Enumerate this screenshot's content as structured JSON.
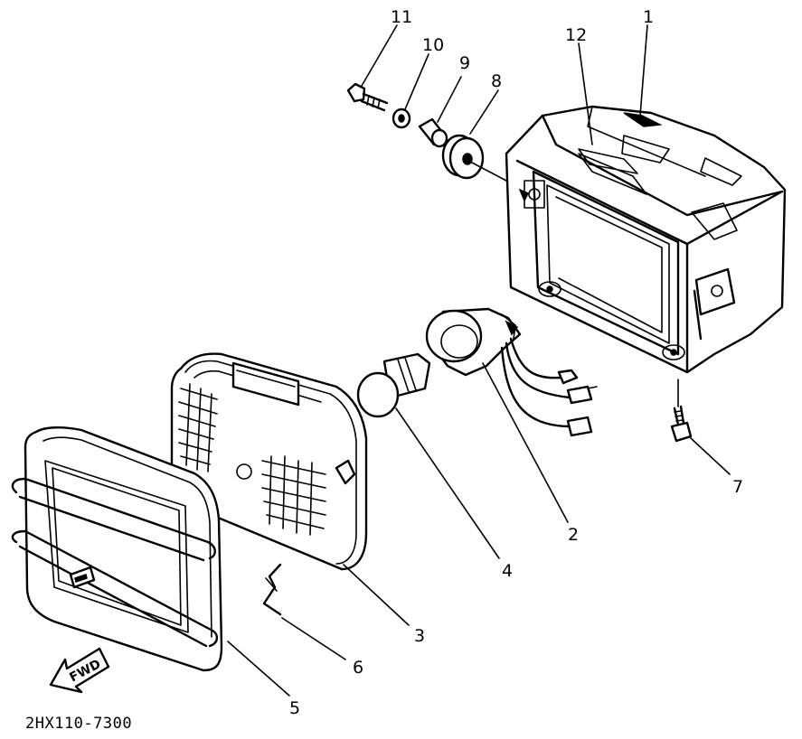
{
  "diagram": {
    "callouts": [
      {
        "id": "c1",
        "text": "1"
      },
      {
        "id": "c2",
        "text": "2"
      },
      {
        "id": "c3",
        "text": "3"
      },
      {
        "id": "c4",
        "text": "4"
      },
      {
        "id": "c5",
        "text": "5"
      },
      {
        "id": "c6",
        "text": "6"
      },
      {
        "id": "c7",
        "text": "7"
      },
      {
        "id": "c8",
        "text": "8"
      },
      {
        "id": "c9",
        "text": "9"
      },
      {
        "id": "c10",
        "text": "10"
      },
      {
        "id": "c11",
        "text": "11"
      },
      {
        "id": "c12",
        "text": "12"
      }
    ],
    "direction_arrow": "FWD",
    "drawing_code": "2HX110-7300"
  }
}
